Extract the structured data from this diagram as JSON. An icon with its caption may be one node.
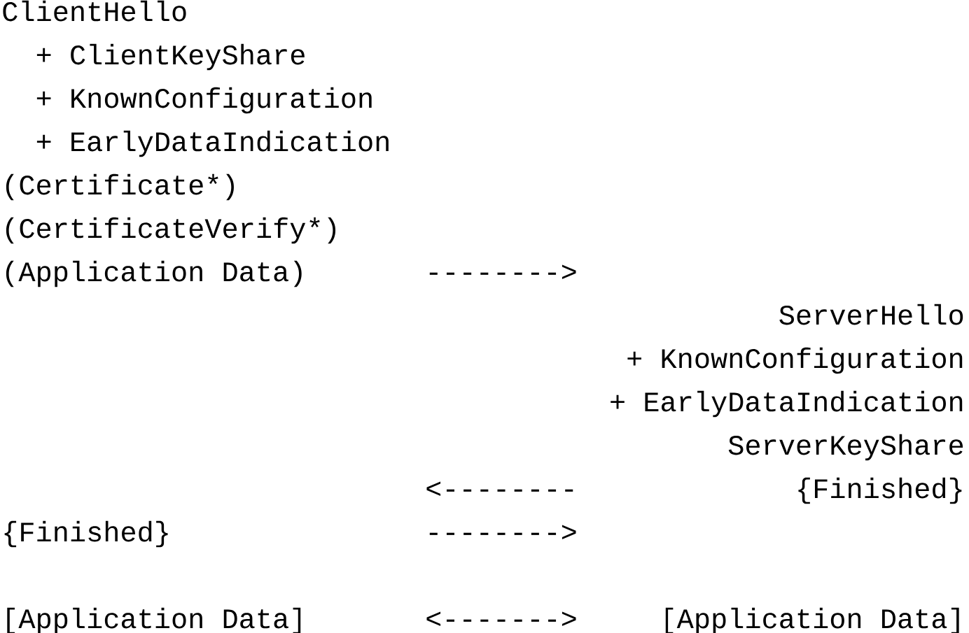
{
  "diagram": {
    "labels": [
      "ClientHello",
      "+ ClientKeyShare",
      "+ KnownConfiguration",
      "+ EarlyDataIndication",
      "(Certificate*)",
      "(CertificateVerify*)",
      "(Application Data)",
      "-------->",
      "ServerHello",
      "+ KnownConfiguration",
      "+ EarlyDataIndication",
      "ServerKeyShare",
      "<--------",
      "{Finished}",
      "{Finished}",
      "-------->",
      "[Application Data]",
      "<------->",
      "[Application Data]"
    ]
  }
}
